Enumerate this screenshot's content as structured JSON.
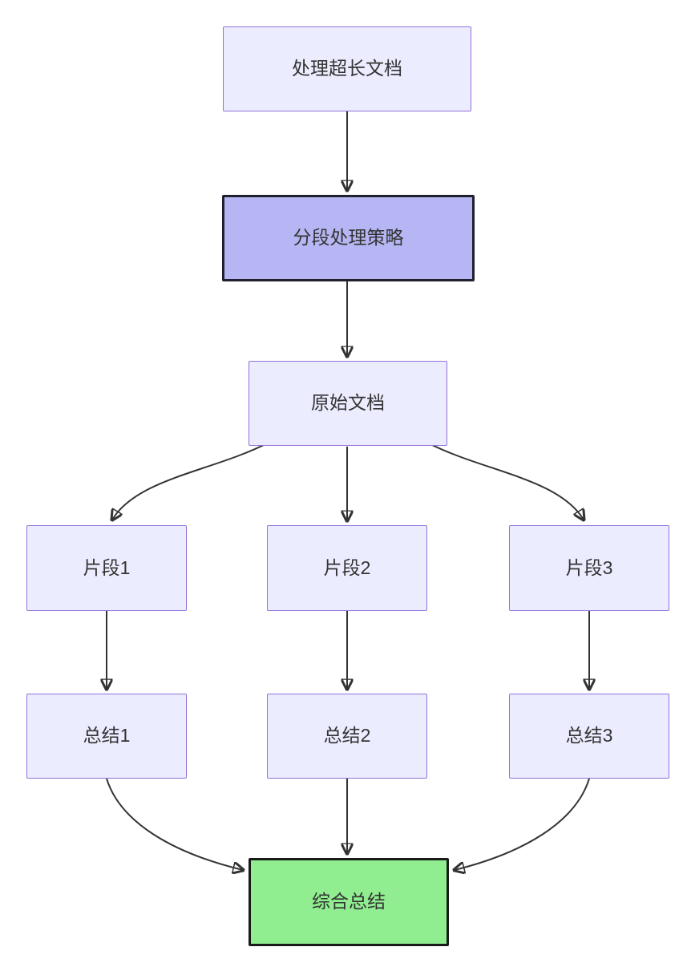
{
  "diagram": {
    "type": "flowchart",
    "direction": "top-down",
    "nodes": [
      {
        "id": "A",
        "label": "处理超长文档",
        "style": "default"
      },
      {
        "id": "B",
        "label": "分段处理策略",
        "style": "strategy"
      },
      {
        "id": "C",
        "label": "原始文档",
        "style": "default"
      },
      {
        "id": "D1",
        "label": "片段1",
        "style": "default"
      },
      {
        "id": "D2",
        "label": "片段2",
        "style": "default"
      },
      {
        "id": "D3",
        "label": "片段3",
        "style": "default"
      },
      {
        "id": "E1",
        "label": "总结1",
        "style": "default"
      },
      {
        "id": "E2",
        "label": "总结2",
        "style": "default"
      },
      {
        "id": "E3",
        "label": "总结3",
        "style": "default"
      },
      {
        "id": "F",
        "label": "综合总结",
        "style": "final"
      }
    ],
    "edges": [
      {
        "from": "A",
        "to": "B"
      },
      {
        "from": "B",
        "to": "C"
      },
      {
        "from": "C",
        "to": "D1"
      },
      {
        "from": "C",
        "to": "D2"
      },
      {
        "from": "C",
        "to": "D3"
      },
      {
        "from": "D1",
        "to": "E1"
      },
      {
        "from": "D2",
        "to": "E2"
      },
      {
        "from": "D3",
        "to": "E3"
      },
      {
        "from": "E1",
        "to": "F"
      },
      {
        "from": "E2",
        "to": "F"
      },
      {
        "from": "E3",
        "to": "F"
      }
    ],
    "colors": {
      "node_fill": "#ececff",
      "node_border": "#9370db",
      "strategy_fill": "#b6b6f4",
      "strategy_border": "#20202e",
      "final_fill": "#90ee90",
      "final_border": "#1a1a1a",
      "edge": "#333333",
      "text": "#333333",
      "background": "#ffffff"
    }
  }
}
